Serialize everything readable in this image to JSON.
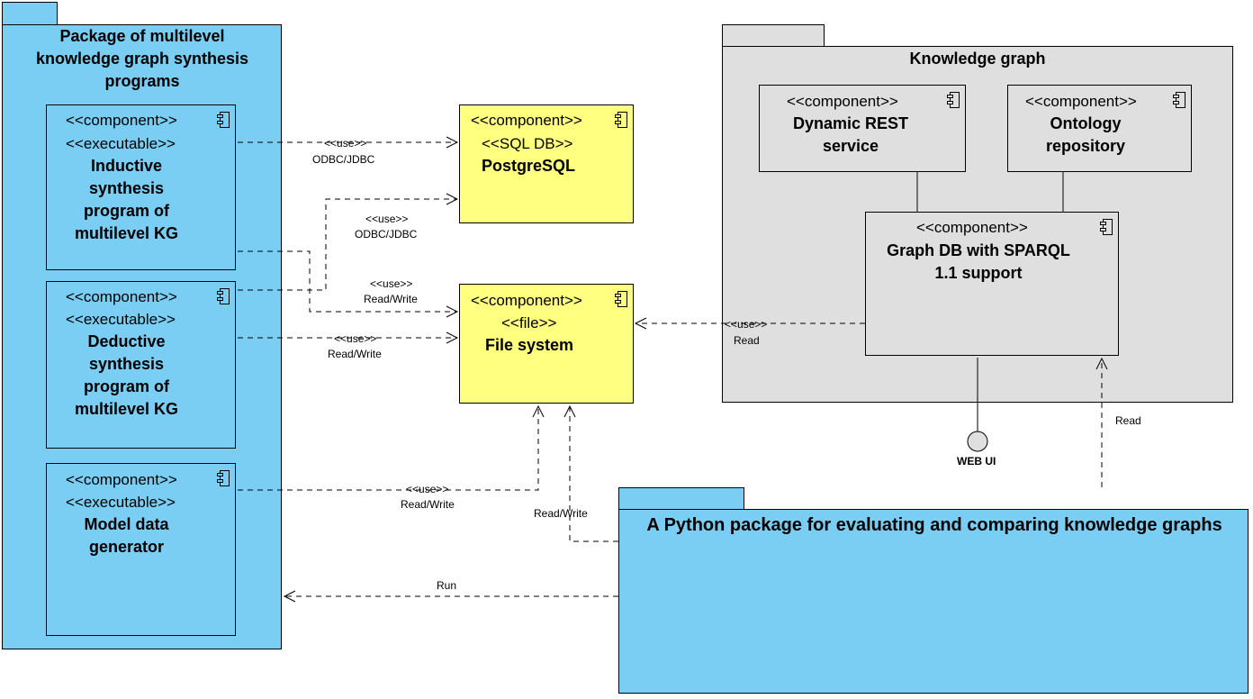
{
  "packages": {
    "synthesis": {
      "title": "Package of multilevel knowledge graph synthesis programs",
      "components": [
        {
          "stereotypes": [
            "<<component>>",
            "<<executable>>"
          ],
          "name": "Inductive synthesis program of multilevel KG"
        },
        {
          "stereotypes": [
            "<<component>>",
            "<<executable>>"
          ],
          "name": "Deductive synthesis program of multilevel KG"
        },
        {
          "stereotypes": [
            "<<component>>",
            "<<executable>>"
          ],
          "name": "Model data generator"
        }
      ]
    },
    "knowledge_graph": {
      "title": "Knowledge graph",
      "components": [
        {
          "stereotypes": [
            "<<component>>"
          ],
          "name": "Dynamic REST service"
        },
        {
          "stereotypes": [
            "<<component>>"
          ],
          "name": "Ontology repository"
        },
        {
          "stereotypes": [
            "<<component>>"
          ],
          "name": "Graph DB with SPARQL 1.1 support"
        }
      ]
    },
    "python": {
      "title": "A Python package for evaluating and comparing knowledge graphs"
    }
  },
  "standalone": [
    {
      "stereotypes": [
        "<<component>>",
        "<<SQL DB>>"
      ],
      "name": "PostgreSQL"
    },
    {
      "stereotypes": [
        "<<component>>",
        "<<file>>"
      ],
      "name": "File system"
    }
  ],
  "interface": {
    "label": "WEB UI"
  },
  "connectors": [
    {
      "stereo": "<<use>>",
      "label": "ODBC/JDBC"
    },
    {
      "stereo": "<<use>>",
      "label": "ODBC/JDBC"
    },
    {
      "stereo": "<<use>>",
      "label": "Read/Write"
    },
    {
      "stereo": "<<use>>",
      "label": "Read/Write"
    },
    {
      "stereo": "<<use>>",
      "label": "Read/Write"
    },
    {
      "stereo": "",
      "label": "Read/Write"
    },
    {
      "stereo": "<<use>>",
      "label": "Read"
    },
    {
      "stereo": "",
      "label": "Read"
    },
    {
      "stereo": "",
      "label": "Run"
    }
  ],
  "colors": {
    "package_blue": "#7acef4",
    "package_grey": "#dfdfdf",
    "component_yellow": "#ffff80",
    "line": "#000000"
  }
}
